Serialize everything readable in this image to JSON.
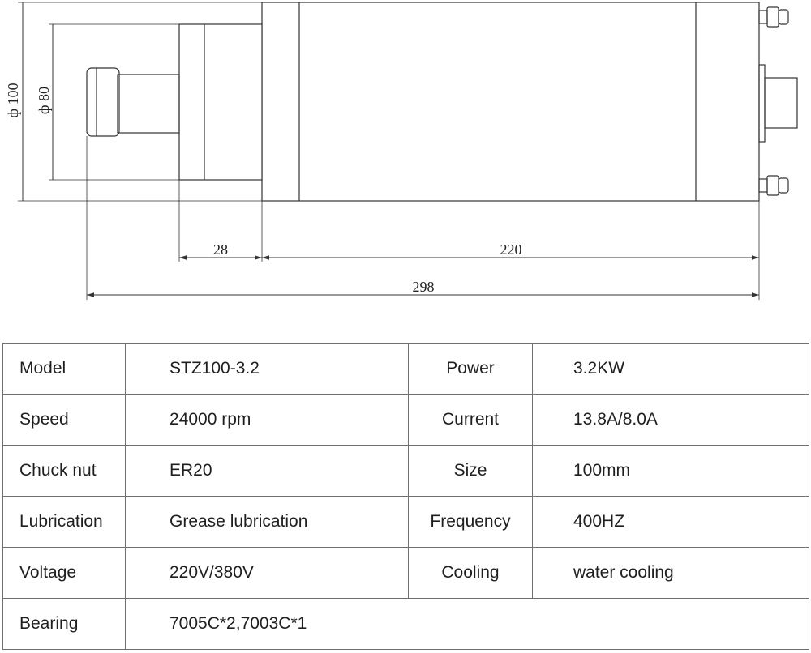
{
  "drawing": {
    "dimensions": {
      "body_diameter": "ф 100",
      "nose_diameter": "ф 80",
      "nose_length": "28",
      "body_length": "220",
      "overall_length": "298"
    }
  },
  "specs": {
    "rows": [
      {
        "label_left": "Model",
        "value_left": "STZ100-3.2",
        "label_right": "Power",
        "value_right": "3.2KW"
      },
      {
        "label_left": "Speed",
        "value_left": "24000 rpm",
        "label_right": "Current",
        "value_right": "13.8A/8.0A"
      },
      {
        "label_left": "Chuck nut",
        "value_left": "ER20",
        "label_right": "Size",
        "value_right": "100mm"
      },
      {
        "label_left": "Lubrication",
        "value_left": "Grease lubrication",
        "label_right": "Frequency",
        "value_right": "400HZ"
      },
      {
        "label_left": "Voltage",
        "value_left": "220V/380V",
        "label_right": "Cooling",
        "value_right": "water cooling"
      },
      {
        "label_left": "Bearing",
        "value_left": "7005C*2,7003C*1",
        "label_right": "",
        "value_right": ""
      }
    ]
  }
}
